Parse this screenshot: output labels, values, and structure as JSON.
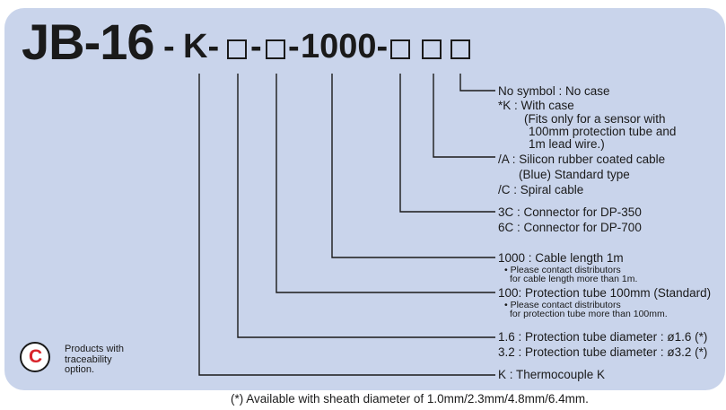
{
  "model_code": {
    "prefix": "JB-16",
    "seg_dash1": "-",
    "seg_k": "K-",
    "seg_dash2": "-",
    "seg_dash3": "-",
    "seg_1000": "1000-"
  },
  "options": {
    "case": {
      "line1": "No symbol : No case",
      "line2": "*K : With case",
      "line3": "(Fits only for a sensor with",
      "line4": "100mm protection tube and",
      "line5": "1m lead wire.)"
    },
    "cable": {
      "line1": "/A : Silicon rubber coated cable",
      "line2": "(Blue) Standard type",
      "line3": "/C : Spiral cable"
    },
    "connector": {
      "line1": "3C : Connector for DP-350",
      "line2": "6C : Connector for DP-700"
    },
    "length": {
      "line1": "1000 : Cable length 1m",
      "note1": "• Please contact distributors",
      "note2": "for cable length more than 1m."
    },
    "tube": {
      "line1": "100: Protection tube 100mm (Standard)",
      "note1": "• Please contact distributors",
      "note2": "for protection tube more than 100mm."
    },
    "diameter": {
      "line1": "1.6 : Protection tube diameter : ø1.6 (*)",
      "line2": "3.2 : Protection tube diameter : ø3.2 (*)"
    },
    "thermocouple": {
      "line1": "K : Thermocouple K"
    }
  },
  "traceability": {
    "icon_letter": "C",
    "line1": "Products with",
    "line2": "traceability",
    "line3": "option."
  },
  "footnote": "(*) Available with sheath diameter of 1.0mm/2.3mm/4.8mm/6.4mm.",
  "colors": {
    "panel": "#c9d4eb",
    "line": "#1a1a1a",
    "trace_icon": "#d8232a"
  }
}
